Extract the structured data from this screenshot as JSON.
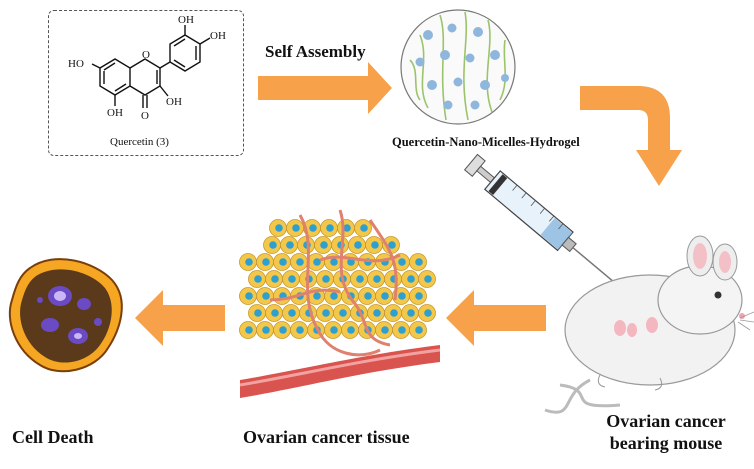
{
  "molecule": {
    "oh_top_left": "OH",
    "oh_top_right": "OH",
    "oh_left": "HO",
    "oh_bottom_left": "OH",
    "oh_right": "OH",
    "carbonyl_o": "O",
    "ring_o": "O",
    "caption": "Quercetin (3)"
  },
  "steps": {
    "self_assembly": "Self Assembly",
    "hydrogel": "Quercetin-Nano-Micelles-Hydrogel",
    "cell_death": "Cell Death",
    "tissue": "Ovarian cancer tissue",
    "mouse_line1": "Ovarian cancer",
    "mouse_line2": "bearing mouse"
  },
  "colors": {
    "arrow": "#f7a24a",
    "hydrogel_dot": "#8fb6dc",
    "hydrogel_fiber": "#9bc46a",
    "cell_yellow": "#f3c84a",
    "cell_nucleus": "#2f9fd0",
    "vessel": "#d9534f"
  }
}
